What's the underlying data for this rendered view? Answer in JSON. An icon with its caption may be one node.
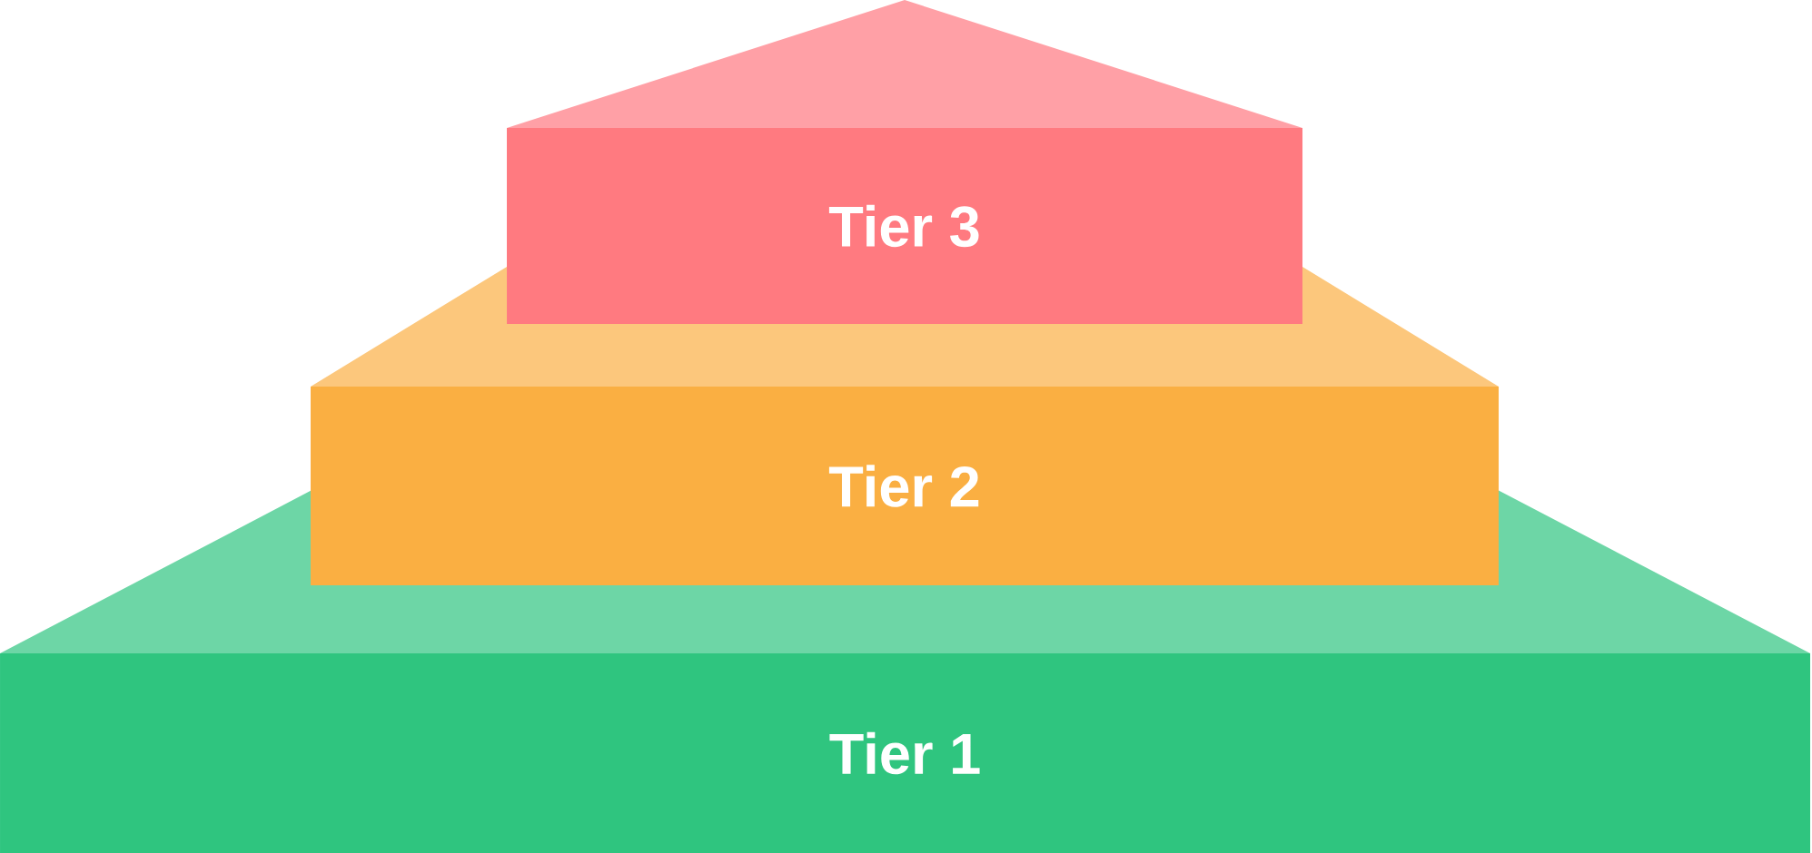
{
  "diagram": {
    "nodes": [
      {
        "text": [],
        "shape": "triangle"
      },
      {
        "text": [
          "Tier 3"
        ]
      },
      {
        "text": [],
        "shape": "triangle"
      },
      {
        "text": [
          "Tier 2"
        ]
      },
      {
        "text": [],
        "shape": "triangle"
      },
      {
        "text": [
          "Tier 1"
        ]
      }
    ]
  }
}
